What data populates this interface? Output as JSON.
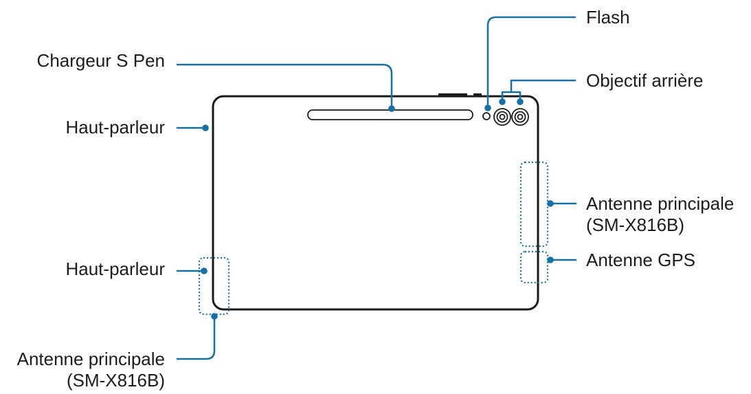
{
  "colors": {
    "leader": "#1570a6",
    "outline": "#1a1a1a",
    "text": "#1c1c1c",
    "background": "#ffffff"
  },
  "labels": {
    "s_pen_charger": "Chargeur S Pen",
    "flash": "Flash",
    "rear_camera": "Objectif arrière",
    "speaker_top": "Haut-parleur",
    "main_antenna_right_line1": "Antenne principale",
    "main_antenna_right_line2": "(SM-X816B)",
    "gps_antenna": "Antenne GPS",
    "speaker_bottom": "Haut-parleur",
    "main_antenna_left_line1": "Antenne principale",
    "main_antenna_left_line2": "(SM-X816B)"
  }
}
